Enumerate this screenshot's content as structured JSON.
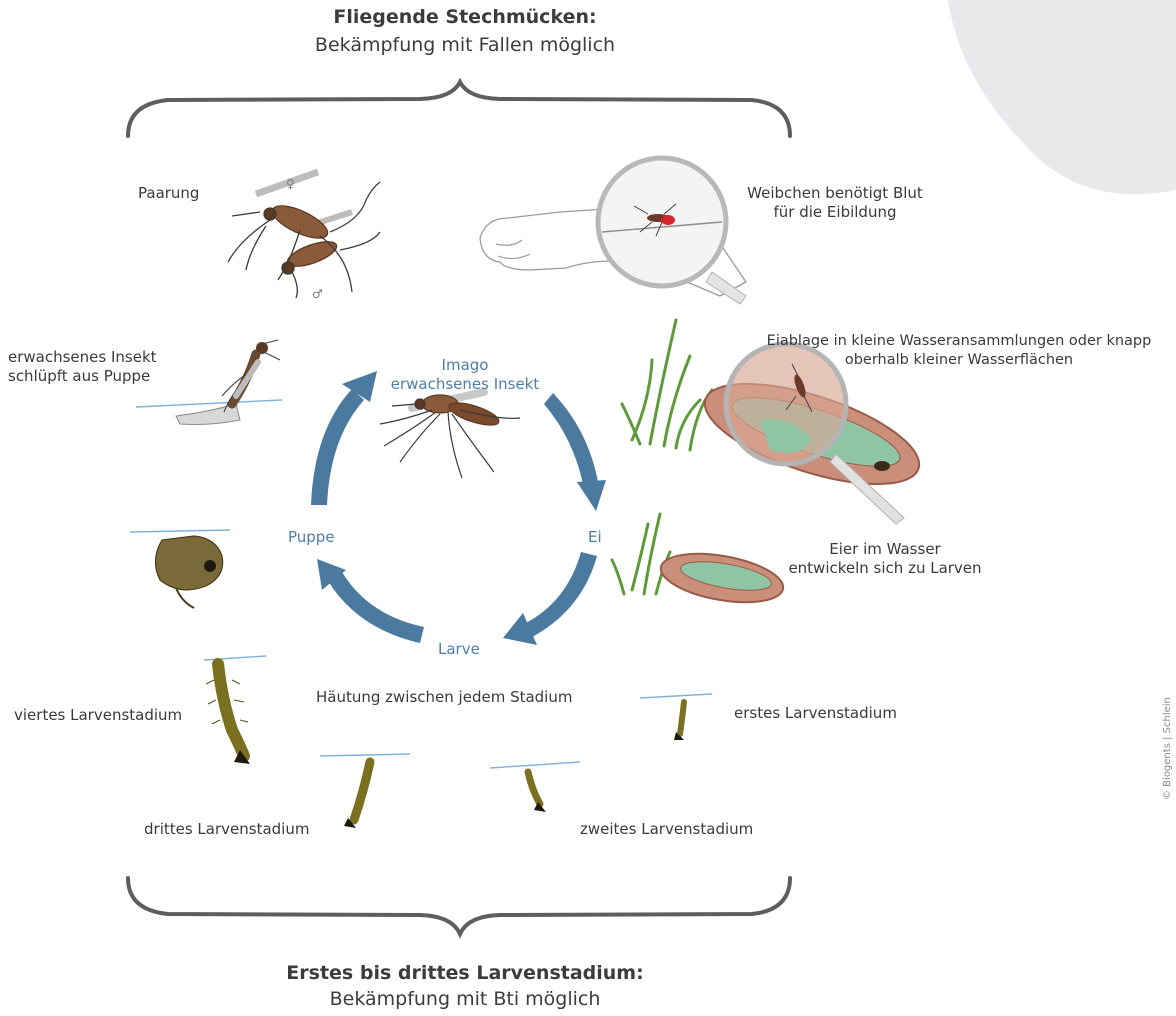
{
  "header": {
    "title": "Fliegende Stechmücken:",
    "subtitle": "Bekämpfung mit Fallen möglich"
  },
  "footer": {
    "title": "Erstes bis drittes Larvenstadium:",
    "subtitle": "Bekämpfung mit Bti möglich"
  },
  "cycle": {
    "imago_line1": "Imago",
    "imago_line2": "erwachsenes Insekt",
    "ei": "Ei",
    "larve": "Larve",
    "puppe": "Puppe",
    "haeutung": "Häutung zwischen jedem Stadium"
  },
  "labels": {
    "paarung": "Paarung",
    "blut_line1": "Weibchen benötigt Blut",
    "blut_line2": "für die Eibildung",
    "eiablage_line1": "Eiablage in kleine Wasseransammlungen oder knapp",
    "eiablage_line2": "oberhalb kleiner Wasserflächen",
    "eier_line1": "Eier im Wasser",
    "eier_line2": "entwickeln sich zu Larven",
    "erstes": "erstes Larvenstadium",
    "zweites": "zweites Larvenstadium",
    "drittes": "drittes Larvenstadium",
    "viertes": "viertes Larvenstadium",
    "schlupf_line1": "erwachsenes Insekt",
    "schlupf_line2": "schlüpft aus Puppe"
  },
  "credit": "© Biogents | Schlein",
  "colors": {
    "arrow": "#4a7aa0",
    "text_blue": "#4d7ea8",
    "bracket": "#5e5e5e",
    "water": "#7fb2d8",
    "larva": "#7a7020",
    "mosquito": "#7a4a2a",
    "clay": "#c98f7a",
    "pool": "#8fc4a4",
    "grass": "#5f9a3a"
  }
}
